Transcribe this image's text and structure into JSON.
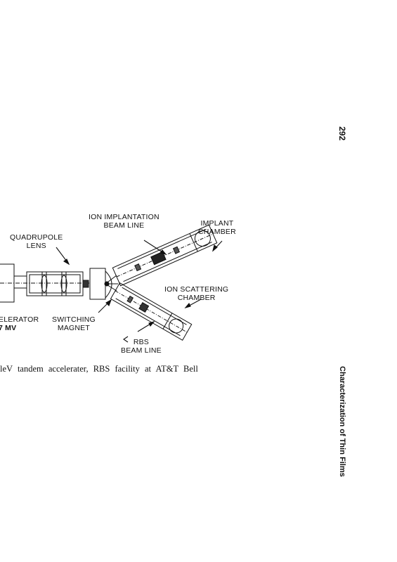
{
  "page": {
    "page_number": "292",
    "running_head": "Characterization of Thin Films"
  },
  "figure": {
    "labels": {
      "ion_implantation_beam_line": [
        "ION IMPLANTATION",
        "BEAM LINE"
      ],
      "implant_chamber": [
        "IMPLANT",
        "CHAMBER"
      ],
      "quadrupole_lens": [
        "QUADRUPOLE",
        "LENS"
      ],
      "ion_scattering_chamber": [
        "ION SCATTERING",
        "CHAMBER"
      ],
      "accelerator": [
        "ELERATOR",
        "7 MV"
      ],
      "switching_magnet": [
        "SWITCHING",
        "MAGNET"
      ],
      "rbs_beam_line": [
        "RBS",
        "BEAM LINE"
      ]
    },
    "caption": "leV tandem accelerater, RBS facility at AT&T Bell"
  }
}
